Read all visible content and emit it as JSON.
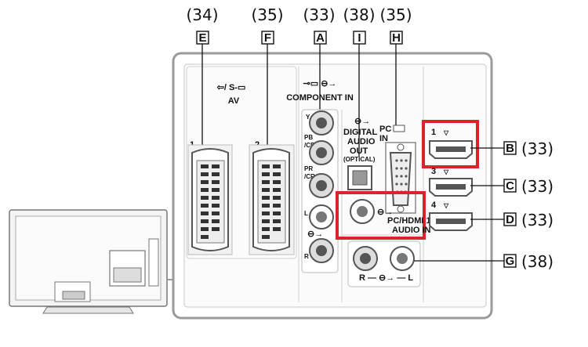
{
  "refs": {
    "E": "(34)",
    "F": "(35)",
    "A": "(33)",
    "I": "(38)",
    "H": "(35)",
    "B": "(33)",
    "C": "(33)",
    "D": "(33)",
    "G": "(38)"
  },
  "letters": {
    "E": "E",
    "F": "F",
    "A": "A",
    "I": "I",
    "H": "H",
    "B": "B",
    "C": "C",
    "D": "D",
    "G": "G"
  },
  "labels": {
    "av_title": "AV",
    "av_symbol": "⇦/ S-▭",
    "component_in": "COMPONENT IN",
    "scart1": "1",
    "scart2": "2",
    "y": "Y",
    "pb": "PB",
    "cb": "/CB",
    "pr": "PR",
    "cr": "/CR",
    "l": "L",
    "r": "R",
    "digital": "DIGITAL",
    "audio": "AUDIO",
    "out": "OUT",
    "optical": "(OPTICAL)",
    "pc": "PC",
    "in": "IN",
    "hdmi1": "1",
    "hdmi3": "3",
    "hdmi4": "4",
    "pc_hdmi_line1": "PC/HDMI 1",
    "pc_hdmi_line2": "AUDIO IN",
    "bottom_audio": "R — ⊖→ — L"
  },
  "colors": {
    "highlight": "#d9242a",
    "panel": "#9a9a9a",
    "port": "#555555"
  }
}
